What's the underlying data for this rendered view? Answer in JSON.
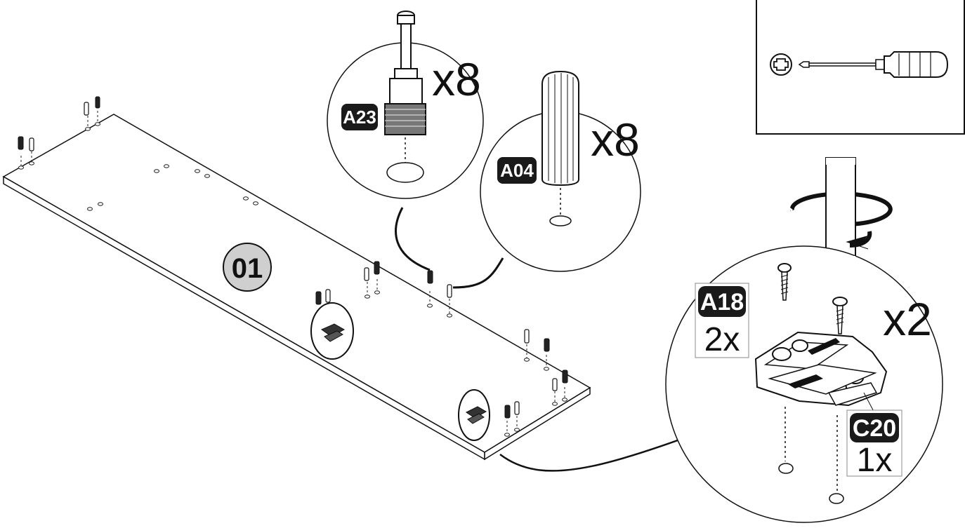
{
  "step": {
    "number": "01"
  },
  "callouts": {
    "A23": {
      "code": "A23",
      "multiplier": "x8"
    },
    "A04": {
      "code": "A04",
      "multiplier": "x8"
    },
    "hinge": {
      "multiplier": "x2"
    }
  },
  "parts": {
    "A18": {
      "code": "A18",
      "qty": "2x"
    },
    "C20": {
      "code": "C20",
      "qty": "1x"
    }
  },
  "tool": {
    "icon": "phillips-screwdriver-icon"
  }
}
